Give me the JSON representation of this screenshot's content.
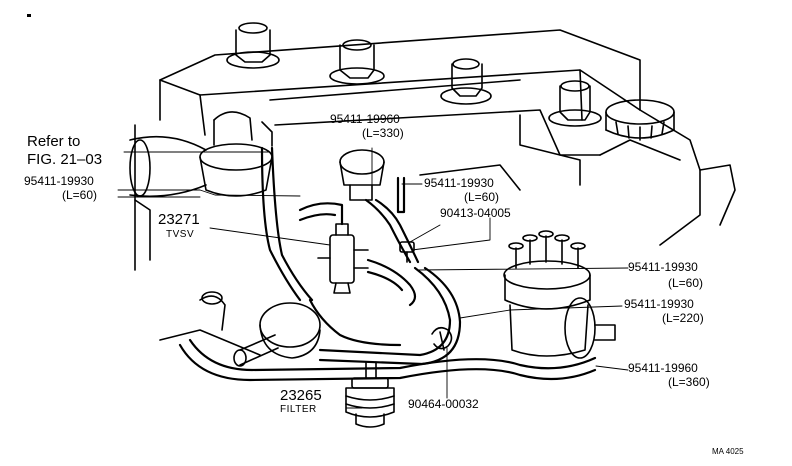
{
  "callouts": {
    "refer_line1": "Refer to",
    "refer_line2": "FIG. 21–03",
    "left_hose_pn": "95411-19930",
    "left_hose_len": "(L=60)",
    "tvsv_pn": "23271",
    "tvsv_name": "TVSV",
    "top_hose_pn": "95411-19960",
    "top_hose_len": "(L=330)",
    "right_upper_hose_pn": "95411-19930",
    "right_upper_hose_len": "(L=60)",
    "fitting_pn": "90413-04005",
    "right_mid_hose_pn": "95411-19930",
    "right_mid_hose_len": "(L=60)",
    "right_lower_hose_pn": "95411-19930",
    "right_lower_hose_len": "(L=220)",
    "bottom_hose_pn": "95411-19960",
    "bottom_hose_len": "(L=360)",
    "filter_pn": "23265",
    "filter_name": "FILTER",
    "clip_pn": "90464-00032",
    "fig_code": "MA 4025"
  }
}
